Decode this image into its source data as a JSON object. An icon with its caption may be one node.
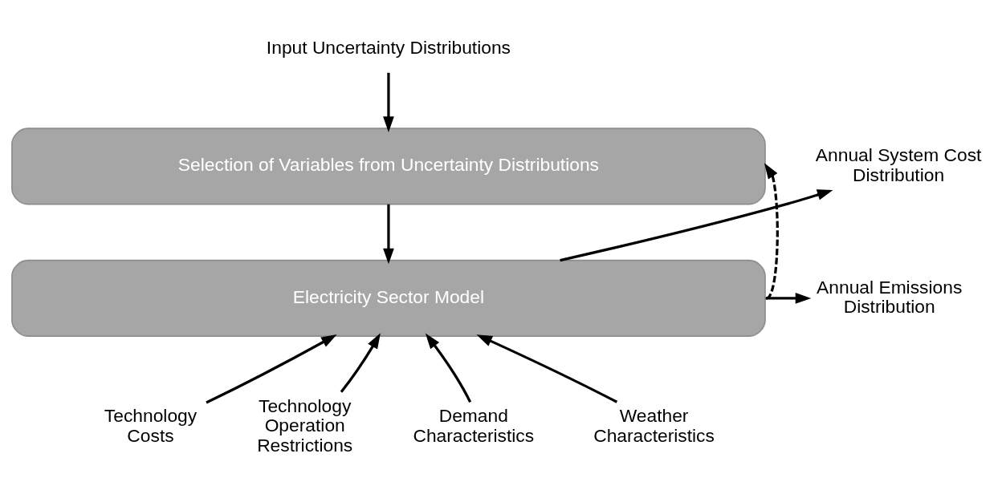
{
  "diagram": {
    "nodes": [
      {
        "text": [
          "Input Uncertainty Distributions"
        ]
      },
      {
        "text": [
          "Selection of Variables from Uncertainty Distributions"
        ]
      },
      {
        "text": [
          "Electricity Sector Model"
        ]
      },
      {
        "text": [
          "Technology Costs"
        ]
      },
      {
        "text": [
          "Technology Operation Restrictions"
        ]
      },
      {
        "text": [
          "Demand Characteristics"
        ]
      },
      {
        "text": [
          "Weather Characteristics"
        ]
      },
      {
        "text": [
          "Annual System Cost Distribution"
        ]
      },
      {
        "text": [
          "Annual Emissions Distribution"
        ]
      }
    ],
    "edges": [
      {
        "from": 0,
        "to": 1,
        "arrow": "to"
      },
      {
        "from": 1,
        "to": 2,
        "arrow": "to"
      },
      {
        "from": 3,
        "to": 2,
        "arrow": "to"
      },
      {
        "from": 4,
        "to": 2,
        "arrow": "to"
      },
      {
        "from": 5,
        "to": 2,
        "arrow": "to"
      },
      {
        "from": 6,
        "to": 2,
        "arrow": "to"
      },
      {
        "from": 2,
        "to": 1,
        "arrow": "to",
        "style": "dashed"
      },
      {
        "from": 2,
        "to": 7,
        "arrow": "to"
      },
      {
        "from": 2,
        "to": 8,
        "arrow": "to"
      }
    ]
  }
}
